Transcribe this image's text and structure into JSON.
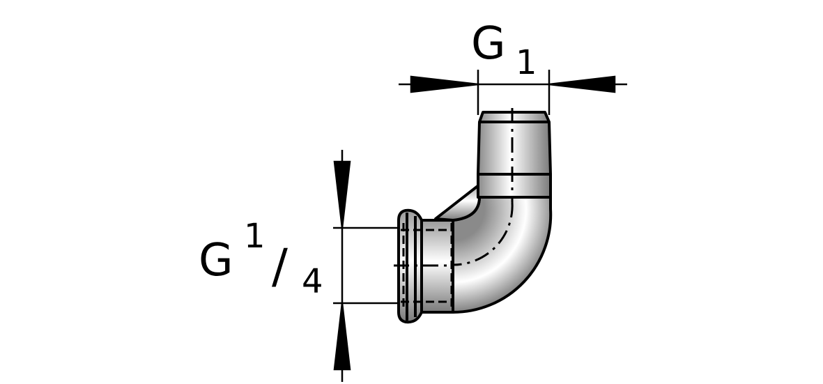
{
  "labels": {
    "top_dimension": {
      "letter": "G",
      "subscript": "1"
    },
    "side_dimension": {
      "letter": "G",
      "numerator": "1",
      "slash": "/",
      "denominator": "4"
    }
  },
  "colors": {
    "line": "#000000",
    "fill_light": "#ffffff",
    "fill_dark": "#8a8a8a"
  }
}
